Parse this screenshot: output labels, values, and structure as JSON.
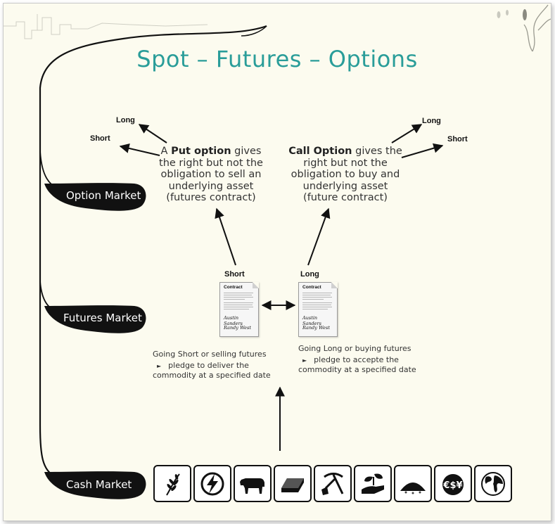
{
  "title": "Spot – Futures – Options",
  "markets": {
    "option": "Option Market",
    "futures": "Futures Market",
    "cash": "Cash Market"
  },
  "put": {
    "long": "Long",
    "short": "Short",
    "pre": "A ",
    "bold": "Put option",
    "post": " gives the right but not the obligation to sell an underlying asset (futures contract)"
  },
  "call": {
    "long": "Long",
    "short": "Short",
    "bold": "Call Option",
    "post": " gives the right but not the obligation to buy and underlying asset (future contract)"
  },
  "futures": {
    "short_label": "Short",
    "long_label": "Long",
    "contract_title": "Contract",
    "sig_name_1": "Austin Sanders",
    "sig_name_2": "Randy West",
    "short_note_head": "Going Short or selling futures",
    "short_note_body": "pledge to deliver the commodity at a specified date",
    "long_note_head": "Going Long or buying futures",
    "long_note_body": "pledge to accepte the commodity at a specified date"
  },
  "commodity_icons": [
    "wheat-icon",
    "energy-icon",
    "cattle-icon",
    "gold-bar-icon",
    "mining-icon",
    "agriculture-icon",
    "soil-icon",
    "currency-icon",
    "globe-icon"
  ],
  "colors": {
    "title": "#2a9d99",
    "background": "#fcfbef",
    "market_label_fill": "#000000"
  }
}
